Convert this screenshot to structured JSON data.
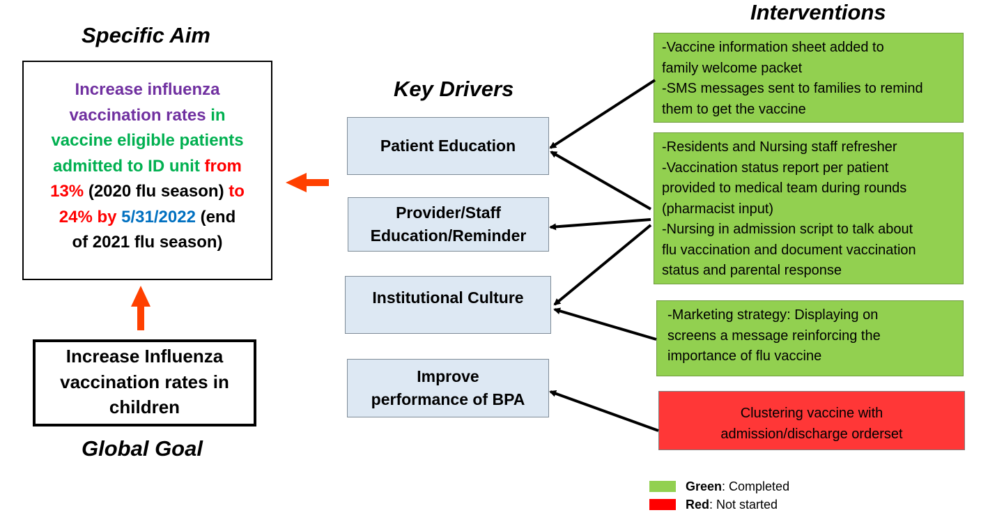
{
  "headings": {
    "specific_aim": "Specific Aim",
    "key_drivers": "Key Drivers",
    "interventions": "Interventions",
    "global_goal": "Global Goal"
  },
  "specific_aim": {
    "line1": "Increase influenza",
    "line2a": "vaccination rates",
    "line2b": " in",
    "line3": "vaccine eligible patients",
    "line4a": "admitted to ID unit ",
    "line4b": "from",
    "line5a": "13%",
    "line5b": " (2020 flu season) ",
    "line5c": "to",
    "line6a": "24% by  ",
    "line6b": "5/31/2022",
    "line6c": " (end",
    "line7": "of 2021 flu season)"
  },
  "global_goal": {
    "lines": [
      "Increase Influenza",
      "vaccination rates in",
      "children"
    ]
  },
  "key_drivers": [
    {
      "lines": [
        "Patient Education"
      ]
    },
    {
      "lines": [
        "Provider/Staff",
        "Education/Reminder"
      ]
    },
    {
      "lines": [
        "Institutional Culture"
      ]
    },
    {
      "lines": [
        "Improve",
        "performance of  BPA"
      ]
    }
  ],
  "interventions": [
    {
      "status": "completed",
      "lines": [
        "-Vaccine information sheet added to",
        "family welcome packet",
        "-SMS messages sent to families to remind",
        "them to get the vaccine"
      ]
    },
    {
      "status": "completed",
      "lines": [
        "-Residents and Nursing staff refresher",
        "-Vaccination status report per patient",
        "provided to medical team during rounds",
        "(pharmacist input)",
        "-Nursing in admission script to talk about",
        "flu vaccination and document vaccination",
        "status and parental response"
      ]
    },
    {
      "status": "completed",
      "lines": [
        "-Marketing strategy: Displaying on",
        "screens a message reinforcing the",
        "importance of flu vaccine"
      ]
    },
    {
      "status": "not_started",
      "lines": [
        "Clustering vaccine with",
        "admission/discharge orderset"
      ]
    }
  ],
  "legend": [
    {
      "key": "Green",
      "label": ": Completed",
      "color": "#92d050"
    },
    {
      "key": "Red",
      "label": ": Not started",
      "color": "#ff0000"
    }
  ],
  "colors": {
    "completed": "#92d050",
    "not_started": "#ff3737",
    "driver_fill": "#dde8f3",
    "accent_arrow": "#ff4000"
  }
}
